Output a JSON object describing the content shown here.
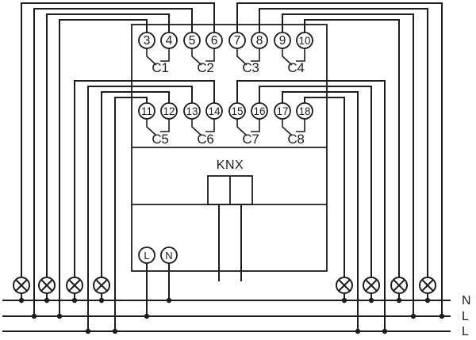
{
  "diagram": {
    "terminals_row1": [
      "3",
      "4",
      "5",
      "6",
      "7",
      "8",
      "9",
      "10"
    ],
    "terminals_row2": [
      "11",
      "12",
      "13",
      "14",
      "15",
      "16",
      "17",
      "18"
    ],
    "channels_row1": [
      "C1",
      "C2",
      "C3",
      "C4"
    ],
    "channels_row2": [
      "C5",
      "C6",
      "C7",
      "C8"
    ],
    "bus_label": "KNX",
    "power_terminals": {
      "line": "L",
      "neutral": "N"
    },
    "bus_lines": [
      "N",
      "L",
      "L"
    ],
    "colors": {
      "line": "#1d1d1b",
      "background": "#ffffff"
    }
  }
}
